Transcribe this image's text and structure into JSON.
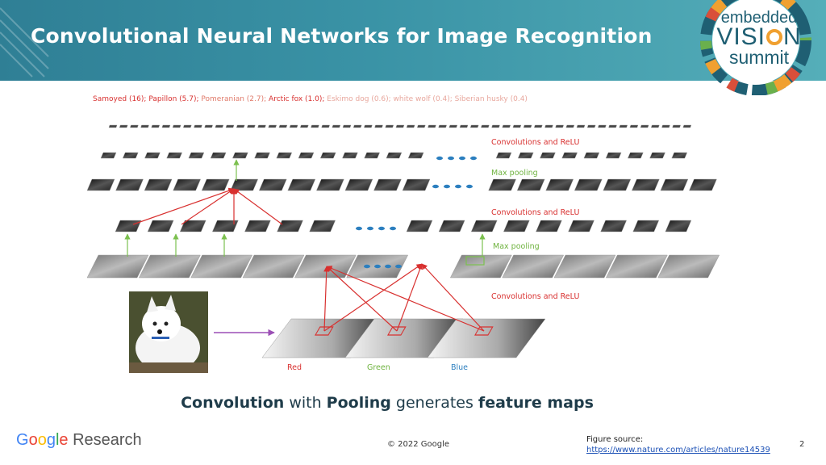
{
  "slide": {
    "title": "Convolutional Neural Networks for Image Recognition",
    "page_number": "2"
  },
  "logo": {
    "line1": "embedded",
    "line2a": "VISI",
    "line2b": "N",
    "line3": "summit",
    "colors": [
      "#f0a030",
      "#d94f3a",
      "#3fa1b3",
      "#6ab04c",
      "#1f5f73"
    ]
  },
  "diagram": {
    "top_predictions": [
      {
        "text": "Samoyed (16); ",
        "color": "#d8302f"
      },
      {
        "text": "Papillon (5.7); ",
        "color": "#d8302f"
      },
      {
        "text": "Pomeranian (2.7); ",
        "color": "#e07a6a"
      },
      {
        "text": "Arctic fox (1.0); ",
        "color": "#d8302f"
      },
      {
        "text": "Eskimo dog (0.6); ",
        "color": "#e8a79d"
      },
      {
        "text": "white wolf (0.4); ",
        "color": "#e8a79d"
      },
      {
        "text": "Siberian husky (0.4)",
        "color": "#e8a79d"
      }
    ],
    "labels": {
      "conv1": "Convolutions and ReLU",
      "pool1": "Max pooling",
      "conv2": "Convolutions and ReLU",
      "pool2": "Max pooling",
      "conv3": "Convolutions and ReLU"
    },
    "channels": {
      "red": "Red",
      "green": "Green",
      "blue": "Blue"
    }
  },
  "caption": {
    "part1": "Convolution",
    "part2": " with ",
    "part3": "Pooling",
    "part4": " generates ",
    "part5": "feature maps"
  },
  "footer": {
    "google_letters": [
      {
        "ch": "G",
        "color": "#4285f4"
      },
      {
        "ch": "o",
        "color": "#ea4335"
      },
      {
        "ch": "o",
        "color": "#fbbc05"
      },
      {
        "ch": "g",
        "color": "#4285f4"
      },
      {
        "ch": "l",
        "color": "#34a853"
      },
      {
        "ch": "e",
        "color": "#ea4335"
      }
    ],
    "research": " Research",
    "copyright": "© 2022 Google",
    "figure_source_label": "Figure source:",
    "figure_source_url": "https://www.nature.com/articles/nature14539"
  }
}
